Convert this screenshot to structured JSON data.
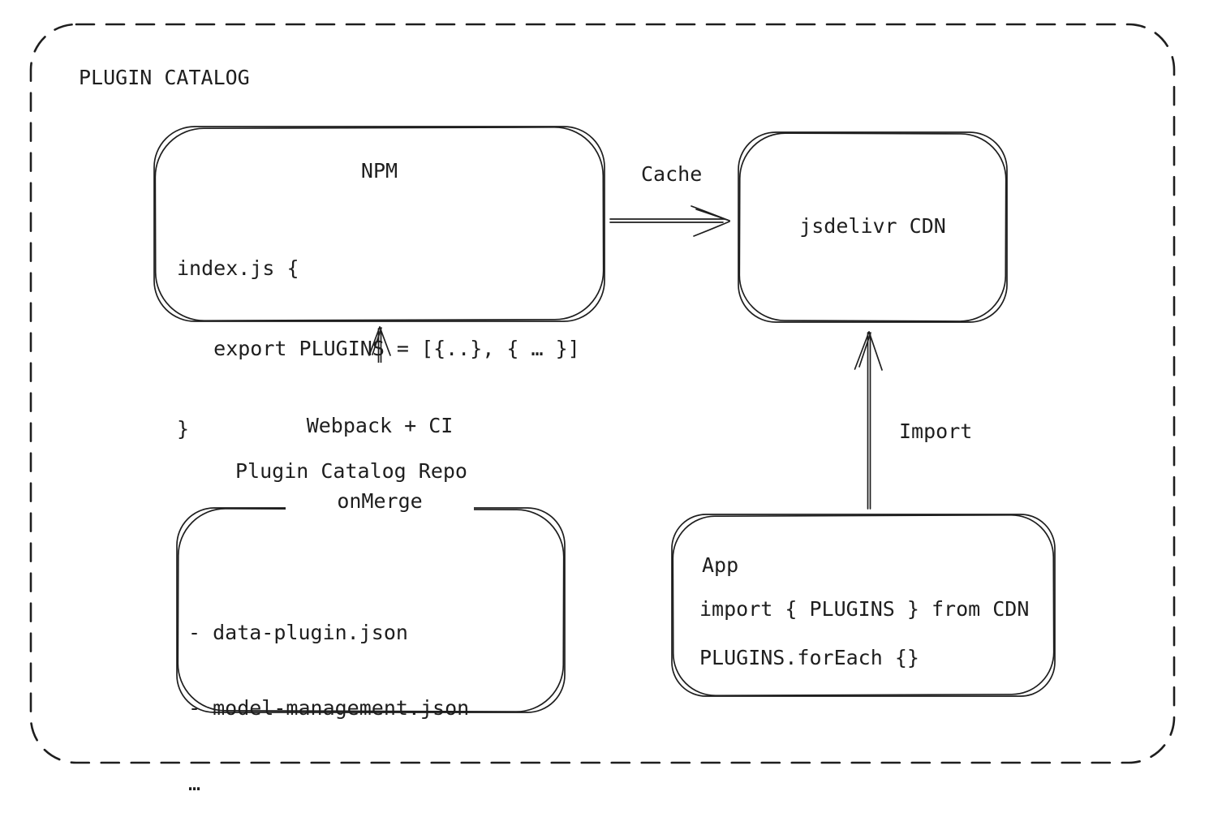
{
  "colors": {
    "stroke": "#1e1e1e",
    "background": "#ffffff",
    "text": "#1e1e1e"
  },
  "frame": {
    "title": "PLUGIN CATALOG"
  },
  "nodes": {
    "npm": {
      "title": "NPM",
      "code": [
        "index.js {",
        "   export PLUGINS = [{..}, { … }]",
        "}"
      ]
    },
    "cdn": {
      "title": "jsdelivr CDN"
    },
    "repo": {
      "label": "Plugin Catalog Repo",
      "items": [
        "- data-plugin.json",
        "- model-management.json",
        "…"
      ]
    },
    "app": {
      "title": "App",
      "code": [
        "import { PLUGINS } from CDN",
        "PLUGINS.forEach {}"
      ]
    }
  },
  "edges": {
    "cache": {
      "label": "Cache",
      "from": "NPM",
      "to": "jsdelivr CDN"
    },
    "build": {
      "label_line1": "Webpack + CI",
      "label_line2": "onMerge",
      "from": "Plugin Catalog Repo",
      "to": "NPM"
    },
    "import": {
      "label": "Import",
      "from": "App",
      "to": "jsdelivr CDN"
    }
  }
}
